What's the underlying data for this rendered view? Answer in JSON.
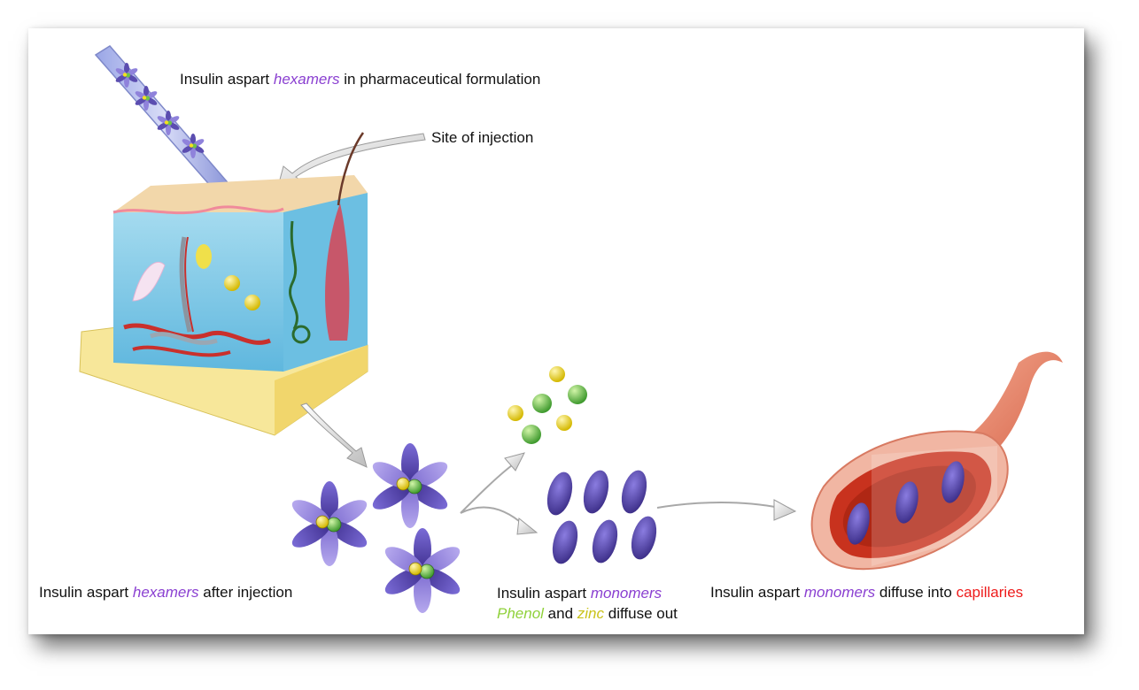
{
  "labels": {
    "top": {
      "pre": "Insulin aspart",
      "em": "hexamers",
      "post": "in pharmaceutical formulation"
    },
    "site": "Site of injection",
    "after": {
      "pre": "Insulin aspart",
      "em": "hexamers",
      "post": "after injection"
    },
    "monomers": {
      "pre": "Insulin aspart",
      "em": "monomers"
    },
    "diffuse_out": {
      "phenol": "Phenol",
      "and": "and",
      "zinc": "zinc",
      "post": "diffuse out"
    },
    "capillaries": {
      "pre": "Insulin aspart",
      "em": "monomers",
      "mid": "diffuse into",
      "cap": "capillaries"
    }
  },
  "colors": {
    "hexamer_petal": "#5b4db0",
    "phenol": "#6ec24a",
    "zinc": "#f2e11d",
    "label_purple": "#8a3fd1",
    "label_green": "#8fd13a",
    "label_red": "#ee1c1c",
    "vessel": "#e9846a",
    "blood": "#c8321e"
  }
}
